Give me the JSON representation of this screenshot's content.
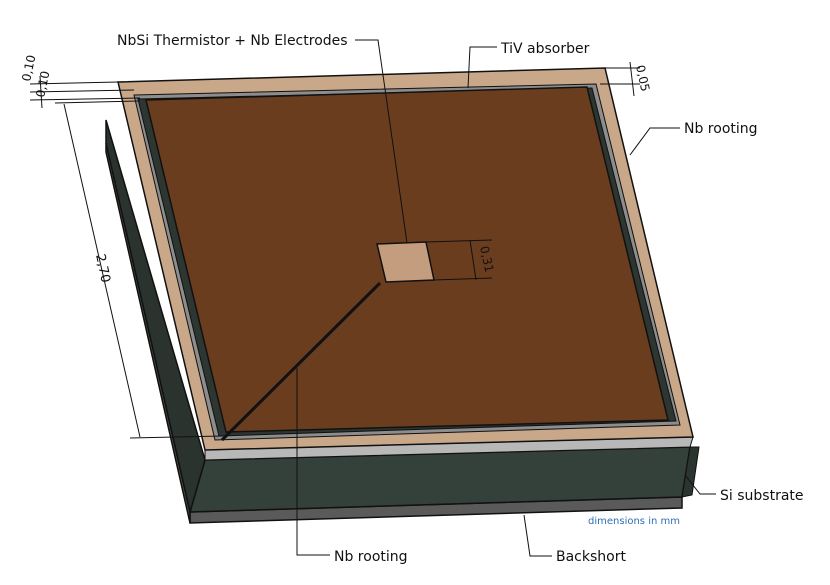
{
  "labels": {
    "thermistor": "NbSi Thermistor + Nb Electrodes",
    "absorber": "TiV absorber",
    "rooting_right": "Nb rooting",
    "rooting_bottom": "Nb rooting",
    "substrate": "Si substrate",
    "backshort": "Backshort",
    "units": "dimensions in mm"
  },
  "dimensions": {
    "top_a": "0,10",
    "top_b": "0,10",
    "side": "2,70",
    "right": "0,05",
    "sensor": "0,31"
  },
  "colors": {
    "frame": "#c9a789",
    "absorber": "#6b3d1f",
    "substrate": "#2f3a30",
    "backshort": "#5a5a5a",
    "units_text": "#2f6fb6"
  }
}
